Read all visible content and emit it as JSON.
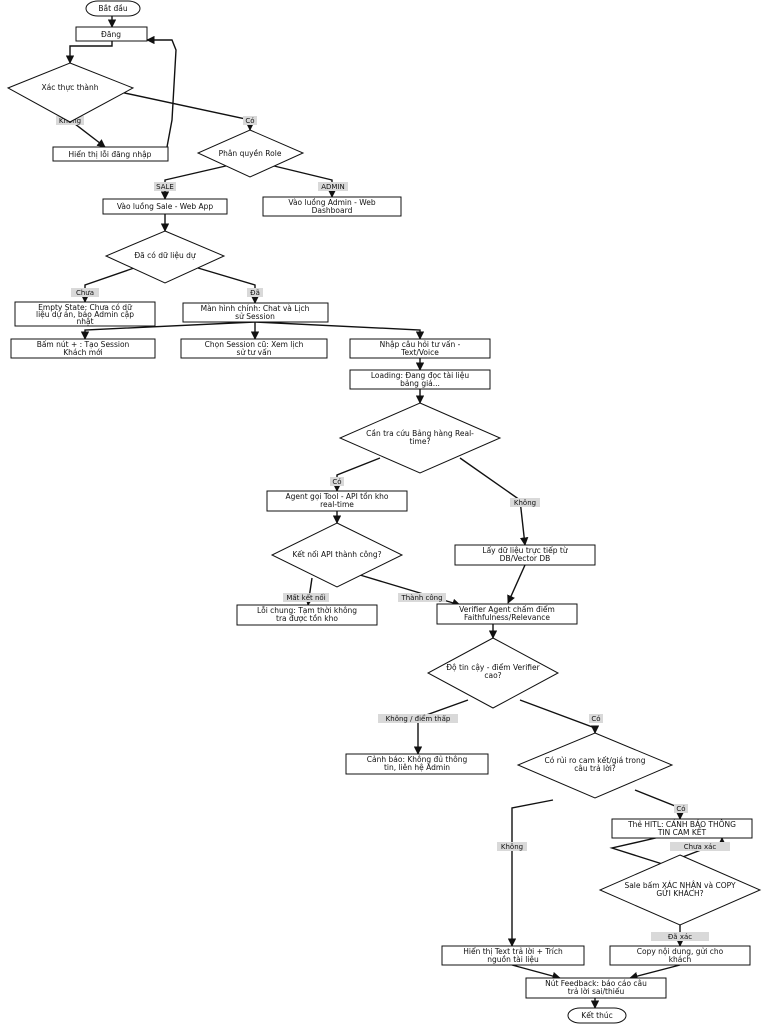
{
  "nodes": {
    "start": "Bắt đầu",
    "login": "Đăng",
    "auth_ok": "Xác thực thành",
    "login_error": "Hiển thị lỗi đăng nhập",
    "role": "Phân quyền Role",
    "sale_flow": "Vào luồng Sale - Web App",
    "admin_flow": [
      "Vào luồng Admin - Web",
      "Dashboard"
    ],
    "has_project": "Đã có dữ liệu dự",
    "empty_state": [
      "Empty State: Chưa có dữ",
      "liệu dự án, báo Admin cập",
      "nhật"
    ],
    "main_screen": [
      "Màn hình chính: Chat và Lịch",
      "sử Session"
    ],
    "new_session": [
      "Bấm nút + : Tạo Session",
      "Khách mới"
    ],
    "old_session": [
      "Chọn Session cũ: Xem lịch",
      "sử tư vấn"
    ],
    "input_question": [
      "Nhập câu hỏi tư vấn -",
      "Text/Voice"
    ],
    "loading": [
      "Loading: Đang đọc tài liệu",
      "bảng giá..."
    ],
    "need_realtime": [
      "Cần tra cứu Bảng hàng Real-",
      "time?"
    ],
    "agent_tool": [
      "Agent gọi Tool - API tồn kho",
      "real-time"
    ],
    "api_ok": "Kết nối API thành công?",
    "stock_error": [
      "Lỗi chung: Tạm thời không",
      "tra được tồn kho"
    ],
    "db_fetch": [
      "Lấy dữ liệu trực tiếp từ",
      "DB/Vector DB"
    ],
    "verifier": [
      "Verifier Agent chấm điểm",
      "Faithfulness/Relevance"
    ],
    "confidence": [
      "Độ tin cậy - điểm Verifier",
      "cao?"
    ],
    "warn_low": [
      "Cảnh báo: Không đủ thông",
      "tin, liên hệ Admin"
    ],
    "risk_commit": [
      "Có rủi ro cam kết/giá trong",
      "câu trả lời?"
    ],
    "hitl_warn": [
      "Thẻ HITL: CẢNH BÁO THÔNG",
      "TIN CAM KẾT"
    ],
    "sale_confirm": [
      "Sale bấm XÁC NHẬN và COPY",
      "GỬI KHÁCH?"
    ],
    "show_answer": [
      "Hiển thị Text trả lời + Trích",
      "nguồn tài liệu"
    ],
    "copy_send": [
      "Copy nội dung, gửi cho",
      "khách"
    ],
    "feedback": [
      "Nút Feedback: báo cáo câu",
      "trả lời sai/thiếu"
    ],
    "end": "Kết thúc"
  },
  "edge_labels": {
    "auth_no": "Không",
    "auth_yes": "Có",
    "role_sale": "SALE",
    "role_admin": "ADMIN",
    "project_not_yet": "Chưa",
    "project_done": "Đã",
    "realtime_yes": "Có",
    "realtime_no": "Không",
    "api_lost": "Mất kết nối",
    "api_success": "Thành công",
    "conf_low": "Không / điểm thấp",
    "conf_high": "Có",
    "risk_yes": "Có",
    "risk_no": "Không",
    "confirm_not_yet": "Chưa xác",
    "confirm_done": "Đã xác"
  }
}
